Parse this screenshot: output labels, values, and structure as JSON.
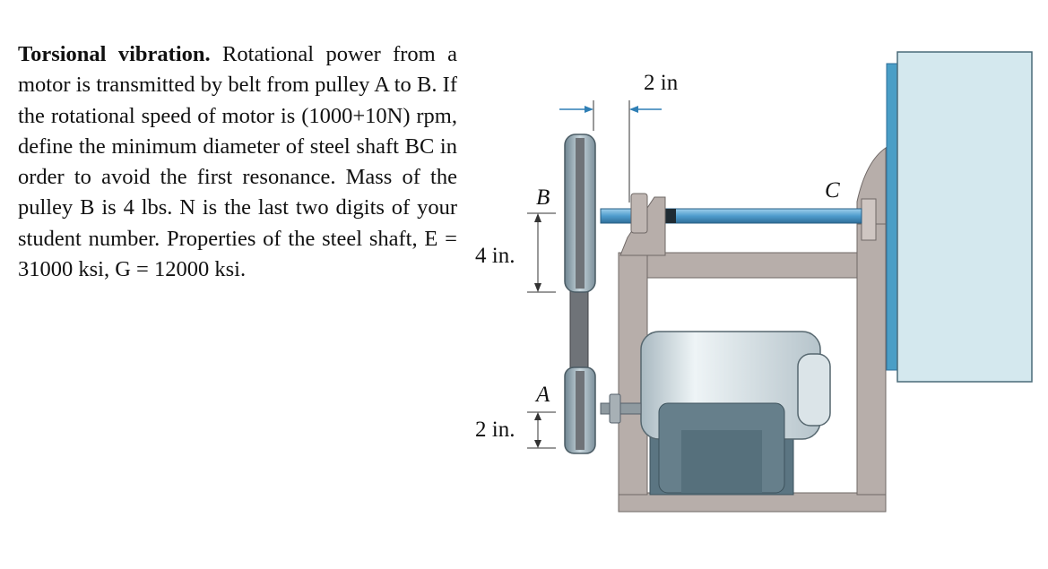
{
  "problem": {
    "title": "Torsional vibration.",
    "body": " Rotational power from a motor is transmitted by belt from pulley A to B. If the rotational speed of motor is (1000+10N) rpm, define the minimum diameter of steel shaft BC in order to avoid the first resonance. Mass of the pulley B is 4 lbs. N is the last two digits of your student number. Properties of the steel shaft, E = 31000 ksi, G = 12000 ksi."
  },
  "figure": {
    "labels": {
      "pulley_b": "B",
      "pulley_a": "A",
      "point_c": "C",
      "dim_b": "4 in.",
      "dim_a": "2 in.",
      "dim_top": "2 in"
    },
    "colors": {
      "housing_fill": "#d4e8ee",
      "housing_edge": "#4a9ec6",
      "frame": "#b7aeaa",
      "shaft": "#4f9ccd",
      "motor_body": "#c9d5db",
      "motor_base": "#5b7582",
      "pulley": "#8fa3ae",
      "belt": "#6f7378"
    }
  }
}
